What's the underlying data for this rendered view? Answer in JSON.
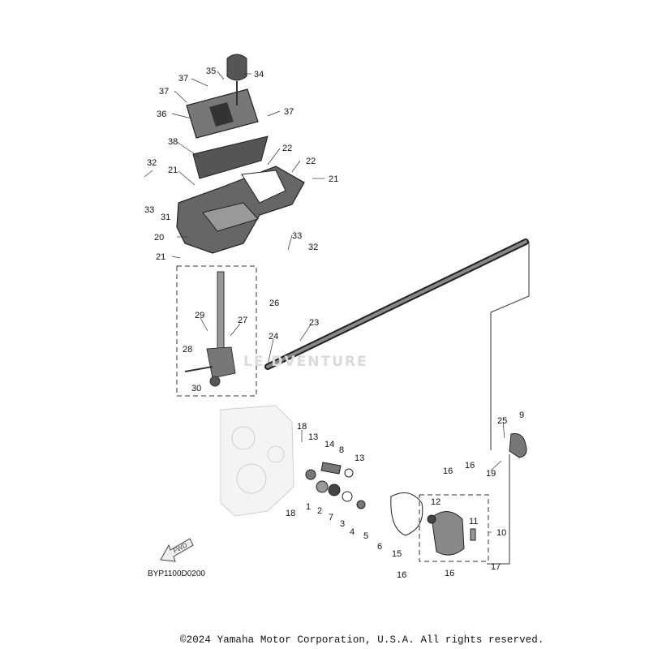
{
  "diagram": {
    "part_numbers": [
      "1",
      "2",
      "3",
      "4",
      "5",
      "6",
      "7",
      "8",
      "9",
      "10",
      "11",
      "12",
      "13",
      "14",
      "15",
      "16",
      "17",
      "18",
      "19",
      "20",
      "21",
      "22",
      "23",
      "24",
      "25",
      "26",
      "27",
      "28",
      "29",
      "30",
      "31",
      "32",
      "33",
      "34",
      "35",
      "36",
      "37",
      "38"
    ],
    "figure_code": "BYP1100D0200",
    "direction_arrow_label": "FWD",
    "watermark_text": "LE DVENTURE",
    "copyright": "©2024 Yamaha Motor Corporation, U.S.A. All rights reserved."
  }
}
